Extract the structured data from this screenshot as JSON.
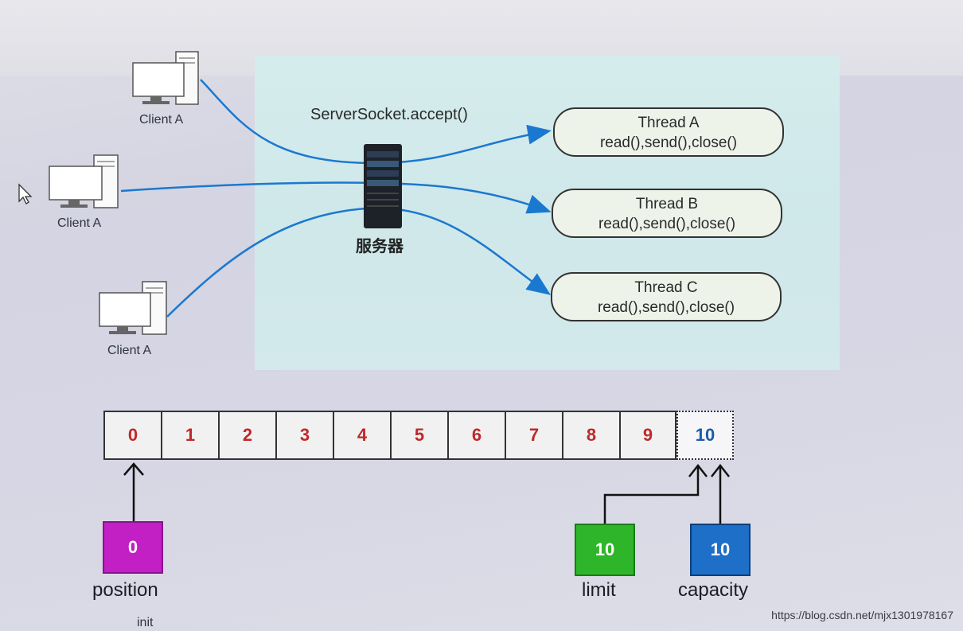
{
  "clients": [
    "Client A",
    "Client A",
    "Client A"
  ],
  "server": {
    "accept_label": "ServerSocket.accept()",
    "name": "服务器"
  },
  "threads": [
    {
      "name": "Thread A",
      "ops": "read(),send(),close()"
    },
    {
      "name": "Thread B",
      "ops": "read(),send(),close()"
    },
    {
      "name": "Thread C",
      "ops": "read(),send(),close()"
    }
  ],
  "buffer": {
    "cells": [
      "0",
      "1",
      "2",
      "3",
      "4",
      "5",
      "6",
      "7",
      "8",
      "9",
      "10"
    ],
    "position": {
      "value": "0",
      "label": "position",
      "color": "#c21fc4"
    },
    "limit": {
      "value": "10",
      "label": "limit",
      "color": "#2fb52a"
    },
    "capacity": {
      "value": "10",
      "label": "capacity",
      "color": "#1e6fc8"
    },
    "note": "init"
  },
  "watermark": "https://blog.csdn.net/mjx1301978167",
  "colors": {
    "arrow": "#1b78d0",
    "panel": "#d3ebec"
  }
}
